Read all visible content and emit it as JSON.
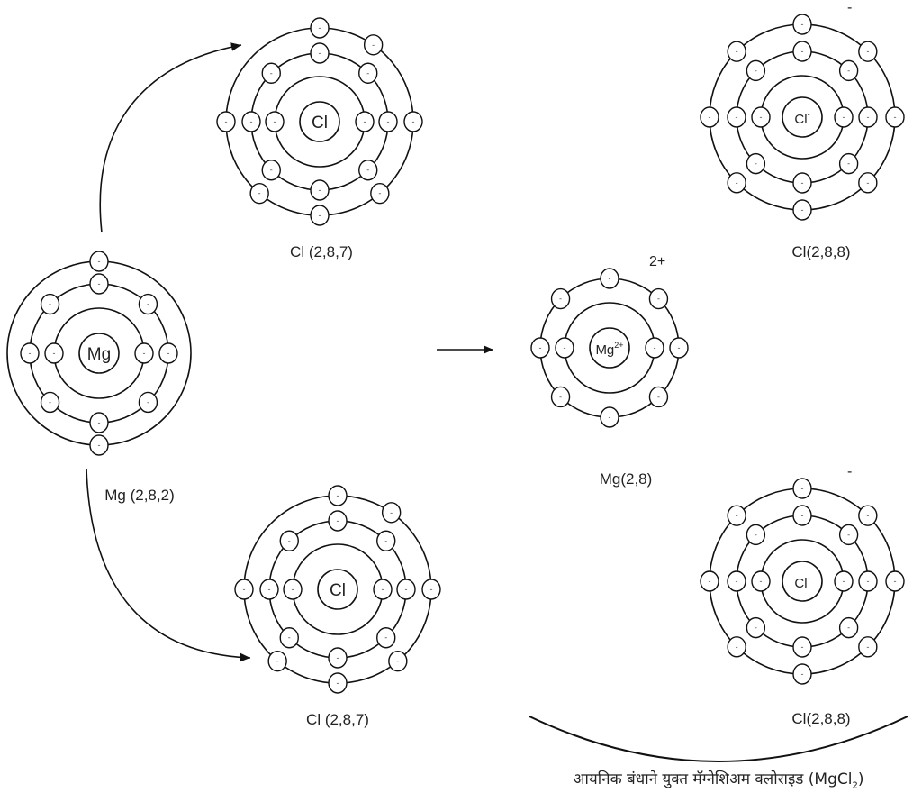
{
  "electron_symbol": "-",
  "atoms": [
    {
      "id": "mg",
      "symbol": "Mg",
      "sup": "",
      "label": "Mg (2,8,2)",
      "shells": [
        2,
        8,
        2
      ],
      "charge": ""
    },
    {
      "id": "cl-top",
      "symbol": "Cl",
      "sup": "",
      "label": "Cl (2,8,7)",
      "shells": [
        2,
        8,
        7
      ],
      "charge": ""
    },
    {
      "id": "cl-bottom",
      "symbol": "Cl",
      "sup": "",
      "label": "Cl (2,8,7)",
      "shells": [
        2,
        8,
        7
      ],
      "charge": ""
    },
    {
      "id": "mg-ion",
      "symbol": "Mg",
      "sup": "2+",
      "label": "Mg(2,8)",
      "shells": [
        2,
        8
      ],
      "charge": "2+"
    },
    {
      "id": "cl-ion-top",
      "symbol": "Cl",
      "sup": "-",
      "label": "Cl(2,8,8)",
      "shells": [
        2,
        8,
        8
      ],
      "charge": "-"
    },
    {
      "id": "cl-ion-bottom",
      "symbol": "Cl",
      "sup": "-",
      "label": "Cl(2,8,8)",
      "shells": [
        2,
        8,
        8
      ],
      "charge": "-"
    }
  ],
  "caption": {
    "text": "आयनिक बंधाने युक्त मॅग्नेशिअम क्लोराइड (MgCl",
    "sub": "2",
    "close": ")"
  }
}
